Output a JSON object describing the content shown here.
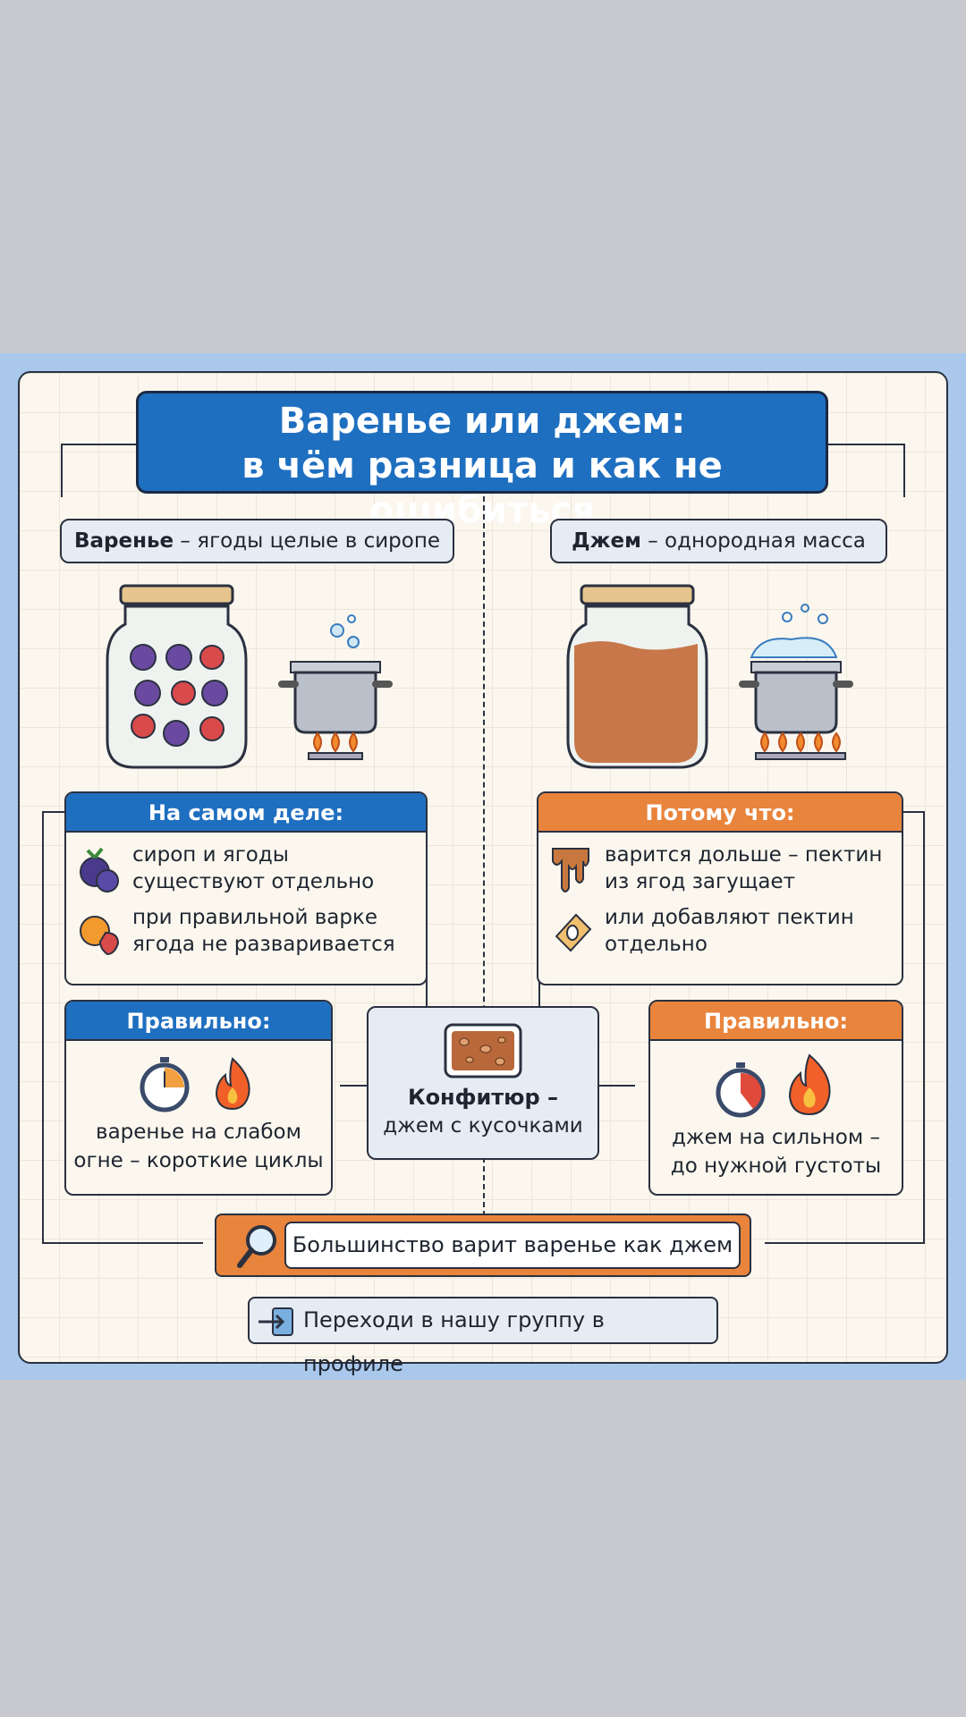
{
  "title": {
    "line1": "Варенье или джем:",
    "line2": "в чём разница и как не ошибиться"
  },
  "varenye": {
    "bold": "Варенье",
    "rest": " – ягоды целые в сиропе"
  },
  "jam": {
    "bold": "Джем",
    "rest": " – однородная масса"
  },
  "actually": {
    "header": "На самом деле:",
    "items": [
      "сироп и ягоды существуют отдельно",
      "при правильной варке ягода не разваривается"
    ]
  },
  "because": {
    "header": "Потому что:",
    "items": [
      "варится дольше – пектин из ягод загущает",
      "или добавляют пектин отдельно"
    ]
  },
  "correct_left": {
    "header": "Правильно:",
    "text": "варенье на слабом огне – короткие циклы"
  },
  "correct_right": {
    "header": "Правильно:",
    "text": "джем на сильном – до нужной густоты"
  },
  "confiture": {
    "bold": "Конфитюр –",
    "rest": "джем с кусочками"
  },
  "bottom": {
    "text": "Большинство варит варенье как джем"
  },
  "footer": {
    "text": "Переходи в нашу группу в профиле"
  },
  "colors": {
    "blue": "#1f6fc0",
    "orange": "#e8843c",
    "cream": "#fbf7ee"
  }
}
